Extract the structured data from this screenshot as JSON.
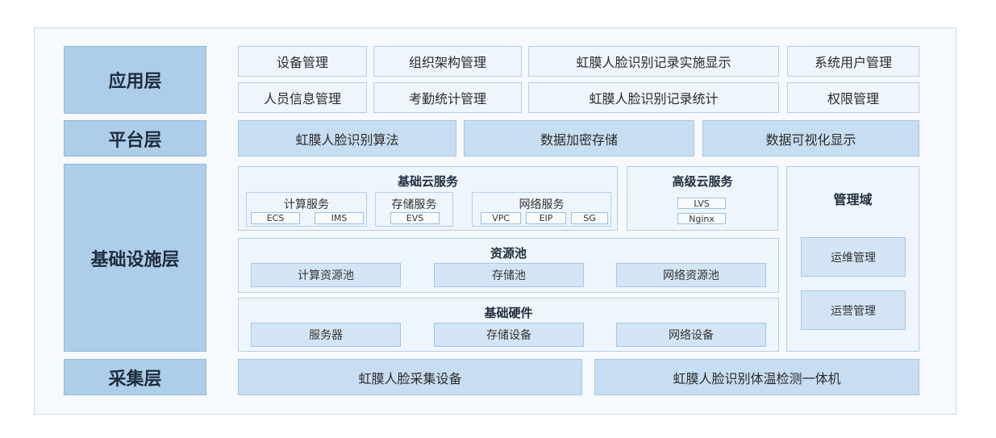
{
  "layers": {
    "application": "应用层",
    "platform": "平台层",
    "infrastructure": "基础设施层",
    "collection": "采集层"
  },
  "application": {
    "row1": [
      "设备管理",
      "组织架构管理",
      "虹膜人脸识别记录实施显示",
      "系统用户管理"
    ],
    "row2": [
      "人员信息管理",
      "考勤统计管理",
      "虹膜人脸识别记录统计",
      "权限管理"
    ]
  },
  "platform": [
    "虹膜人脸识别算法",
    "数据加密存储",
    "数据可视化显示"
  ],
  "basic_cloud": {
    "title": "基础云服务",
    "compute": {
      "label": "计算服务",
      "tags": [
        "ECS",
        "IMS"
      ]
    },
    "storage": {
      "label": "存储服务",
      "tags": [
        "EVS"
      ]
    },
    "network": {
      "label": "网络服务",
      "tags": [
        "VPC",
        "EIP",
        "SG"
      ]
    }
  },
  "advanced_cloud": {
    "title": "高级云服务",
    "tags": [
      "LVS",
      "Nginx"
    ]
  },
  "management": {
    "title": "管理域",
    "items": [
      "运维管理",
      "运营管理"
    ]
  },
  "resource_pool": {
    "title": "资源池",
    "items": [
      "计算资源池",
      "存储池",
      "网络资源池"
    ]
  },
  "hardware": {
    "title": "基础硬件",
    "items": [
      "服务器",
      "存储设备",
      "网络设备"
    ]
  },
  "collection": [
    "虹膜人脸采集设备",
    "虹膜人脸识别体温检测一体机"
  ]
}
